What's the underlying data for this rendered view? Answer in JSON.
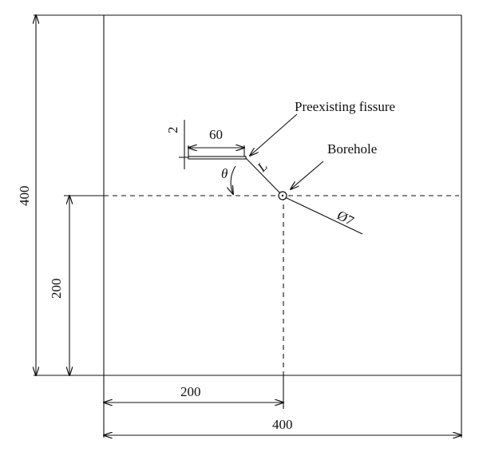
{
  "colors": {
    "ink": "#111111",
    "background": "#ffffff"
  },
  "icons": {
    "borehole": "circle-icon",
    "arrowhead": "arrowhead-icon"
  },
  "labels": {
    "preexisting_fissure": "Preexisting fissure",
    "borehole": "Borehole",
    "diameter": "Ø7",
    "length": "L",
    "angle": "θ"
  },
  "dimensions": {
    "fissure_width": "60",
    "fissure_thickness": "2",
    "vertical_total": "400",
    "vertical_half": "200",
    "horizontal_half": "200",
    "horizontal_total": "400"
  }
}
